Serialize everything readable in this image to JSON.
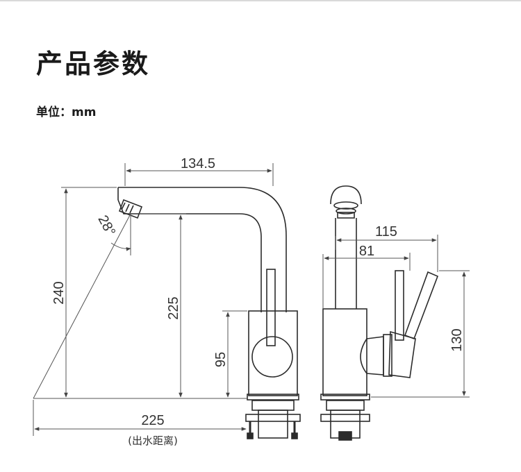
{
  "header": {
    "title": "产品参数",
    "unit_label": "单位：mm"
  },
  "dimensions": {
    "spout_reach": "134.5",
    "total_height": "240",
    "spout_height": "225",
    "handle_height": "95",
    "spout_angle": "28°",
    "outlet_distance": "225",
    "outlet_distance_note": "(出水距离)",
    "side_width": "115",
    "side_inner_width": "81",
    "side_handle_height": "130"
  },
  "colors": {
    "line": "#2b2b2b",
    "dim_line": "#555555"
  }
}
